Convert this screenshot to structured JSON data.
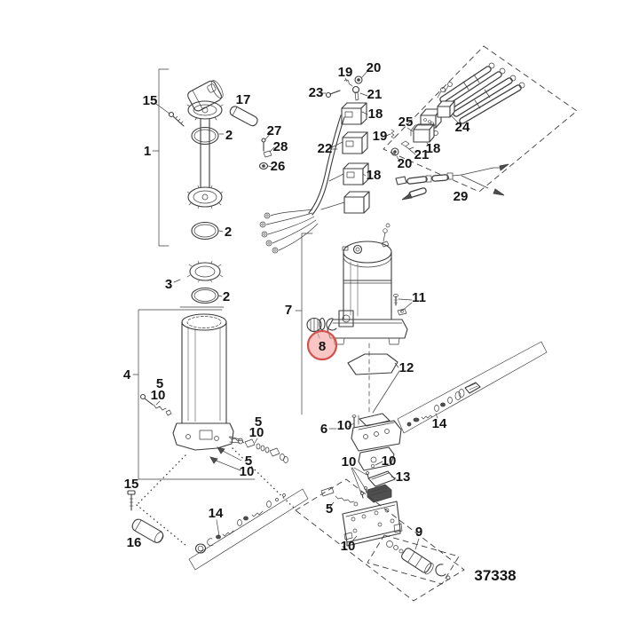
{
  "diagram": {
    "part_number": "37338",
    "ink_color": "#3c3c3c",
    "background": "#ffffff",
    "highlight": {
      "label": "8",
      "fill": "#f4a3a0",
      "stroke": "#d4524d"
    },
    "labels": [
      {
        "t": "15"
      },
      {
        "t": "17"
      },
      {
        "t": "1"
      },
      {
        "t": "2"
      },
      {
        "t": "27"
      },
      {
        "t": "28"
      },
      {
        "t": "26"
      },
      {
        "t": "2"
      },
      {
        "t": "3"
      },
      {
        "t": "2"
      },
      {
        "t": "19"
      },
      {
        "t": "20"
      },
      {
        "t": "23"
      },
      {
        "t": "21"
      },
      {
        "t": "18"
      },
      {
        "t": "22"
      },
      {
        "t": "18"
      },
      {
        "t": "25"
      },
      {
        "t": "19"
      },
      {
        "t": "21"
      },
      {
        "t": "18"
      },
      {
        "t": "20"
      },
      {
        "t": "24"
      },
      {
        "t": "29"
      },
      {
        "t": "7"
      },
      {
        "t": "11"
      },
      {
        "t": "8"
      },
      {
        "t": "12"
      },
      {
        "t": "4"
      },
      {
        "t": "5"
      },
      {
        "t": "10"
      },
      {
        "t": "5"
      },
      {
        "t": "10"
      },
      {
        "t": "5"
      },
      {
        "t": "10"
      },
      {
        "t": "6"
      },
      {
        "t": "10"
      },
      {
        "t": "14"
      },
      {
        "t": "10"
      },
      {
        "t": "10"
      },
      {
        "t": "13"
      },
      {
        "t": "5"
      },
      {
        "t": "9"
      },
      {
        "t": "10"
      },
      {
        "t": "15"
      },
      {
        "t": "16"
      },
      {
        "t": "14"
      }
    ]
  }
}
